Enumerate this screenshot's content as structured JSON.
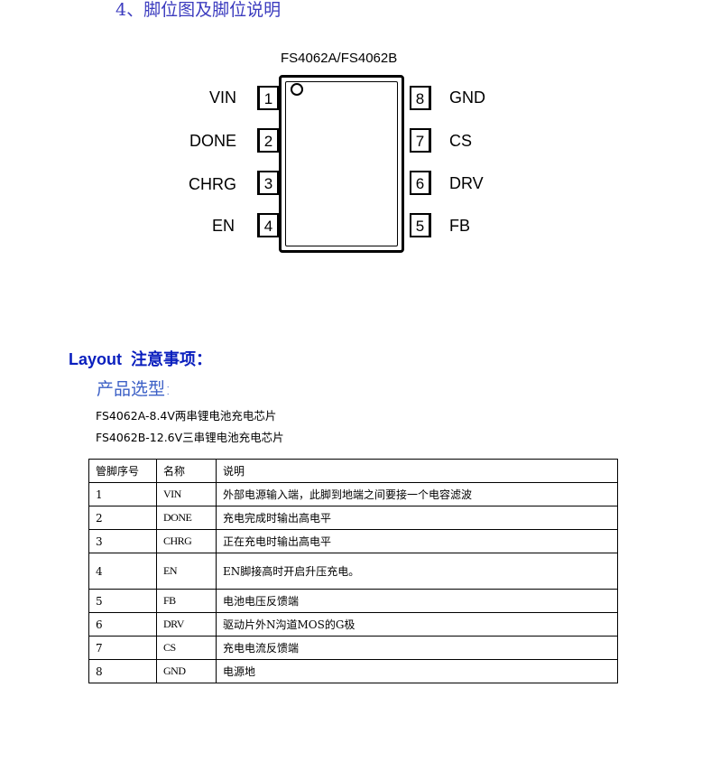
{
  "heading": "4、脚位图及脚位说明",
  "diagram": {
    "title": "FS4062A/FS4062B",
    "left_pins": [
      {
        "number": "1",
        "name": "VIN"
      },
      {
        "number": "2",
        "name": "DONE"
      },
      {
        "number": "3",
        "name": "CHRG"
      },
      {
        "number": "4",
        "name": "EN"
      }
    ],
    "right_pins": [
      {
        "number": "8",
        "name": "GND"
      },
      {
        "number": "7",
        "name": "CS"
      },
      {
        "number": "6",
        "name": "DRV"
      },
      {
        "number": "5",
        "name": "FB"
      }
    ]
  },
  "layout": {
    "heading": "Layout  注意事项：",
    "selection_heading": "产品选型:",
    "products": [
      "FS4062A-8.4V两串锂电池充电芯片",
      "FS4062B-12.6V三串锂电池充电芯片"
    ]
  },
  "table": {
    "headers": [
      "管脚序号",
      "名称",
      "说明"
    ],
    "rows": [
      {
        "num": "1",
        "name": "VIN",
        "desc": "外部电源输入端，此脚到地端之间要接一个电容滤波"
      },
      {
        "num": "2",
        "name": "DONE",
        "desc": "充电完成时输出高电平"
      },
      {
        "num": "3",
        "name": "CHRG",
        "desc": "正在充电时输出高电平"
      },
      {
        "num": "4",
        "name": "EN",
        "desc": "EN脚接高时开启升压充电。"
      },
      {
        "num": "5",
        "name": "FB",
        "desc": "电池电压反馈端"
      },
      {
        "num": "6",
        "name": "DRV",
        "desc": "驱动片外N沟道MOS的G极"
      },
      {
        "num": "7",
        "name": "CS",
        "desc": "充电电流反馈端"
      },
      {
        "num": "8",
        "name": "GND",
        "desc": "电源地"
      }
    ]
  }
}
